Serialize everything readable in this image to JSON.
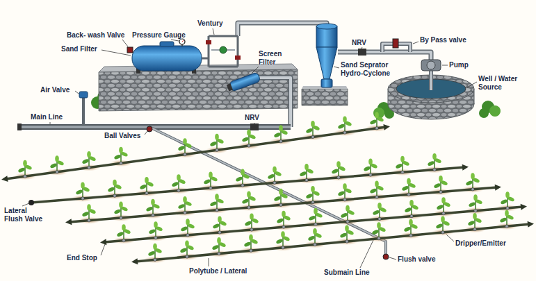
{
  "diagram": {
    "labels": [
      "Back- wash Valve",
      "Pressure Gauge",
      "Ventury",
      "Sand Filter",
      "Screen Filter",
      "Sand Seprator Hydro-Cyclone",
      "NRV",
      "By Pass valve",
      "Pump",
      "Well / Water Source",
      "Air Valve",
      "Main Line",
      "NRV",
      "Ball Valves",
      "Lateral Flush Valve",
      "Dripper/Emitter",
      "End Stop",
      "Polytube / Lateral",
      "Submain Line",
      "Flush valve"
    ]
  }
}
